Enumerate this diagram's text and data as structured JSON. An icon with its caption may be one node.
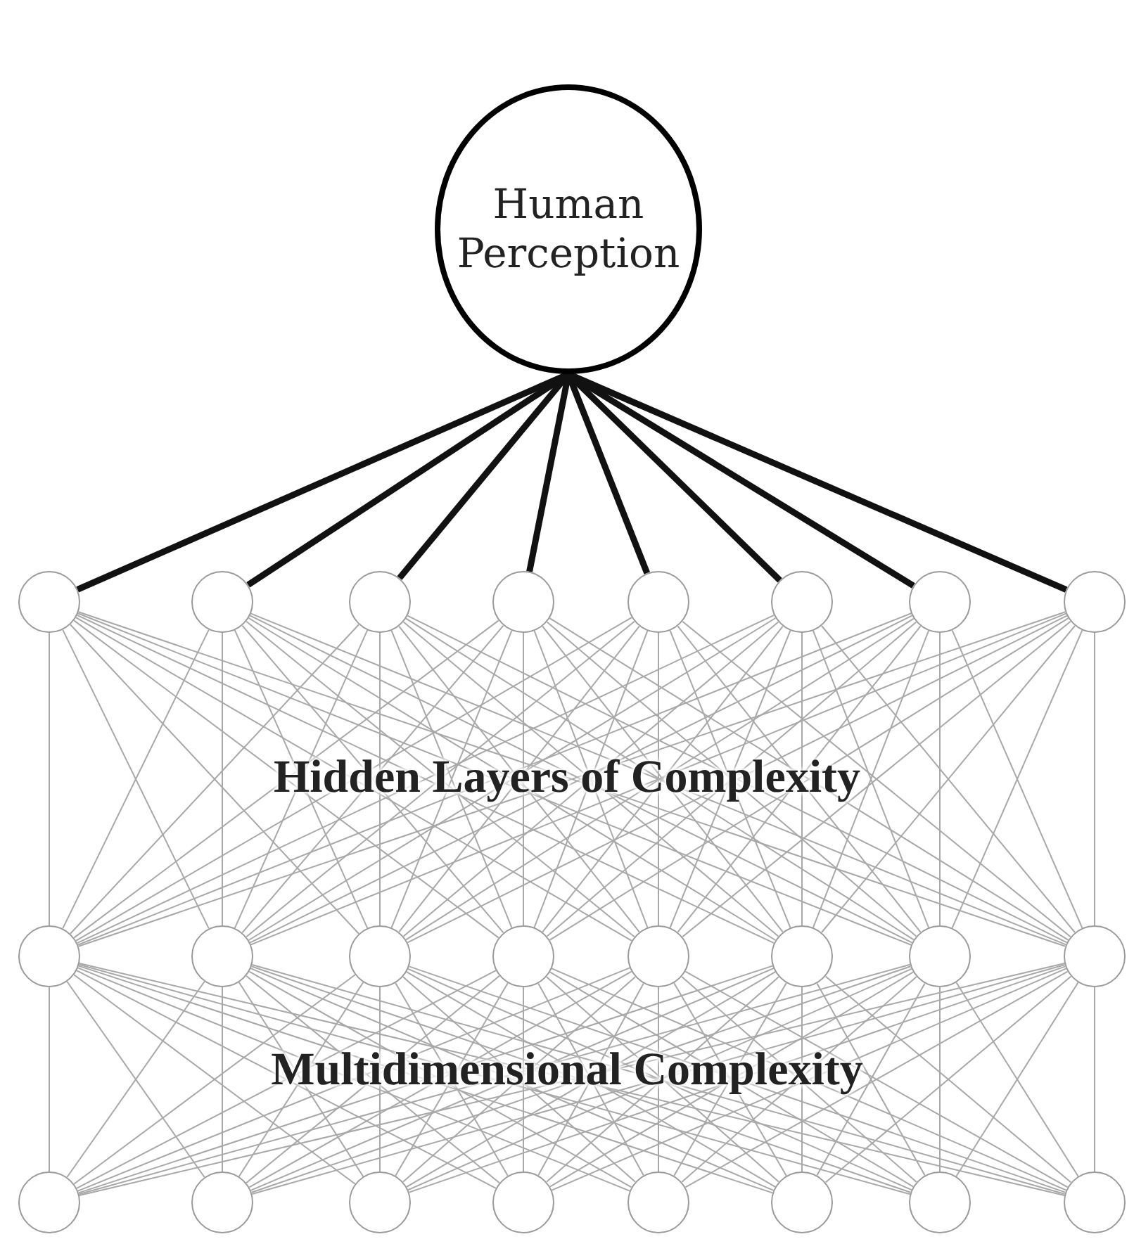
{
  "diagram": {
    "nodes": [
      {
        "text": [
          "Human Perception"
        ]
      },
      {
        "text": [],
        "shape": "circle"
      },
      {
        "text": [],
        "shape": "circle"
      },
      {
        "text": [],
        "shape": "circle"
      },
      {
        "text": [],
        "shape": "circle"
      },
      {
        "text": [],
        "shape": "circle"
      },
      {
        "text": [],
        "shape": "circle"
      },
      {
        "text": [],
        "shape": "circle"
      },
      {
        "text": [],
        "shape": "circle"
      },
      {
        "text": [],
        "shape": "circle"
      },
      {
        "text": [],
        "shape": "circle"
      },
      {
        "text": [],
        "shape": "circle"
      },
      {
        "text": [],
        "shape": "circle"
      },
      {
        "text": [],
        "shape": "circle"
      },
      {
        "text": [],
        "shape": "circle"
      },
      {
        "text": [],
        "shape": "circle"
      },
      {
        "text": [],
        "shape": "circle"
      },
      {
        "text": [],
        "shape": "circle"
      },
      {
        "text": [],
        "shape": "circle"
      },
      {
        "text": [],
        "shape": "circle"
      },
      {
        "text": [],
        "shape": "circle"
      },
      {
        "text": [],
        "shape": "circle"
      },
      {
        "text": [],
        "shape": "circle"
      },
      {
        "text": [],
        "shape": "circle"
      },
      {
        "text": [],
        "shape": "circle"
      }
    ],
    "edges": [
      {
        "from": 0,
        "to": 1,
        "arrow": "none",
        "style": "thick",
        "color": "#111111"
      },
      {
        "from": 0,
        "to": 2,
        "arrow": "none",
        "style": "thick",
        "color": "#111111"
      },
      {
        "from": 0,
        "to": 3,
        "arrow": "none",
        "style": "thick",
        "color": "#111111"
      },
      {
        "from": 0,
        "to": 4,
        "arrow": "none",
        "style": "thick",
        "color": "#111111"
      },
      {
        "from": 0,
        "to": 5,
        "arrow": "none",
        "style": "thick",
        "color": "#111111"
      },
      {
        "from": 0,
        "to": 6,
        "arrow": "none",
        "style": "thick",
        "color": "#111111"
      },
      {
        "from": 0,
        "to": 7,
        "arrow": "none",
        "style": "thick",
        "color": "#111111"
      },
      {
        "from": 0,
        "to": 8,
        "arrow": "none",
        "style": "thick",
        "color": "#111111"
      },
      {
        "from": 1,
        "to": 9,
        "arrow": "none"
      },
      {
        "from": 1,
        "to": 10,
        "arrow": "none"
      },
      {
        "from": 1,
        "to": 11,
        "arrow": "none"
      },
      {
        "from": 1,
        "to": 12,
        "arrow": "none"
      },
      {
        "from": 1,
        "to": 13,
        "arrow": "none"
      },
      {
        "from": 1,
        "to": 14,
        "arrow": "none"
      },
      {
        "from": 1,
        "to": 15,
        "arrow": "none"
      },
      {
        "from": 1,
        "to": 16,
        "arrow": "none"
      },
      {
        "from": 2,
        "to": 9,
        "arrow": "none"
      },
      {
        "from": 2,
        "to": 10,
        "arrow": "none"
      },
      {
        "from": 2,
        "to": 11,
        "arrow": "none"
      },
      {
        "from": 2,
        "to": 12,
        "arrow": "none"
      },
      {
        "from": 2,
        "to": 13,
        "arrow": "none"
      },
      {
        "from": 2,
        "to": 14,
        "arrow": "none"
      },
      {
        "from": 2,
        "to": 15,
        "arrow": "none"
      },
      {
        "from": 2,
        "to": 16,
        "arrow": "none"
      },
      {
        "from": 3,
        "to": 9,
        "arrow": "none"
      },
      {
        "from": 3,
        "to": 10,
        "arrow": "none"
      },
      {
        "from": 3,
        "to": 11,
        "arrow": "none"
      },
      {
        "from": 3,
        "to": 12,
        "arrow": "none"
      },
      {
        "from": 3,
        "to": 13,
        "arrow": "none"
      },
      {
        "from": 3,
        "to": 14,
        "arrow": "none"
      },
      {
        "from": 3,
        "to": 15,
        "arrow": "none"
      },
      {
        "from": 3,
        "to": 16,
        "arrow": "none"
      },
      {
        "from": 4,
        "to": 9,
        "arrow": "none"
      },
      {
        "from": 4,
        "to": 10,
        "arrow": "none"
      },
      {
        "from": 4,
        "to": 11,
        "arrow": "none"
      },
      {
        "from": 4,
        "to": 12,
        "arrow": "none"
      },
      {
        "from": 4,
        "to": 13,
        "arrow": "none"
      },
      {
        "from": 4,
        "to": 14,
        "arrow": "none"
      },
      {
        "from": 4,
        "to": 15,
        "arrow": "none"
      },
      {
        "from": 4,
        "to": 16,
        "arrow": "none"
      },
      {
        "from": 5,
        "to": 9,
        "arrow": "none"
      },
      {
        "from": 5,
        "to": 10,
        "arrow": "none"
      },
      {
        "from": 5,
        "to": 11,
        "arrow": "none"
      },
      {
        "from": 5,
        "to": 12,
        "arrow": "none"
      },
      {
        "from": 5,
        "to": 13,
        "arrow": "none"
      },
      {
        "from": 5,
        "to": 14,
        "arrow": "none"
      },
      {
        "from": 5,
        "to": 15,
        "arrow": "none"
      },
      {
        "from": 5,
        "to": 16,
        "arrow": "none"
      },
      {
        "from": 6,
        "to": 9,
        "arrow": "none"
      },
      {
        "from": 6,
        "to": 10,
        "arrow": "none"
      },
      {
        "from": 6,
        "to": 11,
        "arrow": "none"
      },
      {
        "from": 6,
        "to": 12,
        "arrow": "none"
      },
      {
        "from": 6,
        "to": 13,
        "arrow": "none"
      },
      {
        "from": 6,
        "to": 14,
        "arrow": "none"
      },
      {
        "from": 6,
        "to": 15,
        "arrow": "none"
      },
      {
        "from": 6,
        "to": 16,
        "arrow": "none"
      },
      {
        "from": 7,
        "to": 9,
        "arrow": "none"
      },
      {
        "from": 7,
        "to": 10,
        "arrow": "none"
      },
      {
        "from": 7,
        "to": 11,
        "arrow": "none"
      },
      {
        "from": 7,
        "to": 12,
        "arrow": "none"
      },
      {
        "from": 7,
        "to": 13,
        "arrow": "none"
      },
      {
        "from": 7,
        "to": 14,
        "arrow": "none"
      },
      {
        "from": 7,
        "to": 15,
        "arrow": "none"
      },
      {
        "from": 7,
        "to": 16,
        "arrow": "none"
      },
      {
        "from": 8,
        "to": 9,
        "arrow": "none"
      },
      {
        "from": 8,
        "to": 10,
        "arrow": "none"
      },
      {
        "from": 8,
        "to": 11,
        "arrow": "none"
      },
      {
        "from": 8,
        "to": 12,
        "arrow": "none"
      },
      {
        "from": 8,
        "to": 13,
        "arrow": "none"
      },
      {
        "from": 8,
        "to": 14,
        "arrow": "none"
      },
      {
        "from": 8,
        "to": 15,
        "arrow": "none"
      },
      {
        "from": 8,
        "to": 16,
        "arrow": "none"
      },
      {
        "from": 9,
        "to": 17,
        "arrow": "none"
      },
      {
        "from": 9,
        "to": 18,
        "arrow": "none"
      },
      {
        "from": 9,
        "to": 19,
        "arrow": "none"
      },
      {
        "from": 9,
        "to": 20,
        "arrow": "none"
      },
      {
        "from": 9,
        "to": 21,
        "arrow": "none"
      },
      {
        "from": 9,
        "to": 22,
        "arrow": "none"
      },
      {
        "from": 9,
        "to": 23,
        "arrow": "none"
      },
      {
        "from": 9,
        "to": 24,
        "arrow": "none"
      },
      {
        "from": 10,
        "to": 17,
        "arrow": "none"
      },
      {
        "from": 10,
        "to": 18,
        "arrow": "none"
      },
      {
        "from": 10,
        "to": 19,
        "arrow": "none"
      },
      {
        "from": 10,
        "to": 20,
        "arrow": "none"
      },
      {
        "from": 10,
        "to": 21,
        "arrow": "none"
      },
      {
        "from": 10,
        "to": 22,
        "arrow": "none"
      },
      {
        "from": 10,
        "to": 23,
        "arrow": "none"
      },
      {
        "from": 10,
        "to": 24,
        "arrow": "none"
      },
      {
        "from": 11,
        "to": 17,
        "arrow": "none"
      },
      {
        "from": 11,
        "to": 18,
        "arrow": "none"
      },
      {
        "from": 11,
        "to": 19,
        "arrow": "none"
      },
      {
        "from": 11,
        "to": 20,
        "arrow": "none"
      },
      {
        "from": 11,
        "to": 21,
        "arrow": "none"
      },
      {
        "from": 11,
        "to": 22,
        "arrow": "none"
      },
      {
        "from": 11,
        "to": 23,
        "arrow": "none"
      },
      {
        "from": 11,
        "to": 24,
        "arrow": "none"
      },
      {
        "from": 12,
        "to": 17,
        "arrow": "none"
      },
      {
        "from": 12,
        "to": 18,
        "arrow": "none"
      },
      {
        "from": 12,
        "to": 19,
        "arrow": "none"
      },
      {
        "from": 12,
        "to": 20,
        "arrow": "none"
      },
      {
        "from": 12,
        "to": 21,
        "arrow": "none"
      },
      {
        "from": 12,
        "to": 22,
        "arrow": "none"
      },
      {
        "from": 12,
        "to": 23,
        "arrow": "none"
      },
      {
        "from": 12,
        "to": 24,
        "arrow": "none"
      },
      {
        "from": 13,
        "to": 17,
        "arrow": "none"
      },
      {
        "from": 13,
        "to": 18,
        "arrow": "none"
      },
      {
        "from": 13,
        "to": 19,
        "arrow": "none"
      },
      {
        "from": 13,
        "to": 20,
        "arrow": "none"
      },
      {
        "from": 13,
        "to": 21,
        "arrow": "none"
      },
      {
        "from": 13,
        "to": 22,
        "arrow": "none"
      },
      {
        "from": 13,
        "to": 23,
        "arrow": "none"
      },
      {
        "from": 13,
        "to": 24,
        "arrow": "none"
      },
      {
        "from": 14,
        "to": 17,
        "arrow": "none"
      },
      {
        "from": 14,
        "to": 18,
        "arrow": "none"
      },
      {
        "from": 14,
        "to": 19,
        "arrow": "none"
      },
      {
        "from": 14,
        "to": 20,
        "arrow": "none"
      },
      {
        "from": 14,
        "to": 21,
        "arrow": "none"
      },
      {
        "from": 14,
        "to": 22,
        "arrow": "none"
      },
      {
        "from": 14,
        "to": 23,
        "arrow": "none"
      },
      {
        "from": 14,
        "to": 24,
        "arrow": "none"
      },
      {
        "from": 15,
        "to": 17,
        "arrow": "none"
      },
      {
        "from": 15,
        "to": 18,
        "arrow": "none"
      },
      {
        "from": 15,
        "to": 19,
        "arrow": "none"
      },
      {
        "from": 15,
        "to": 20,
        "arrow": "none"
      },
      {
        "from": 15,
        "to": 21,
        "arrow": "none"
      },
      {
        "from": 15,
        "to": 22,
        "arrow": "none"
      },
      {
        "from": 15,
        "to": 23,
        "arrow": "none"
      },
      {
        "from": 15,
        "to": 24,
        "arrow": "none"
      },
      {
        "from": 16,
        "to": 17,
        "arrow": "none"
      },
      {
        "from": 16,
        "to": 18,
        "arrow": "none"
      },
      {
        "from": 16,
        "to": 19,
        "arrow": "none"
      },
      {
        "from": 16,
        "to": 20,
        "arrow": "none"
      },
      {
        "from": 16,
        "to": 21,
        "arrow": "none"
      },
      {
        "from": 16,
        "to": 22,
        "arrow": "none"
      },
      {
        "from": 16,
        "to": 23,
        "arrow": "none"
      },
      {
        "from": 16,
        "to": 24,
        "arrow": "none"
      }
    ],
    "labels": [
      "Hidden Layers of Complexity",
      "Multidimensional Complexity"
    ]
  }
}
